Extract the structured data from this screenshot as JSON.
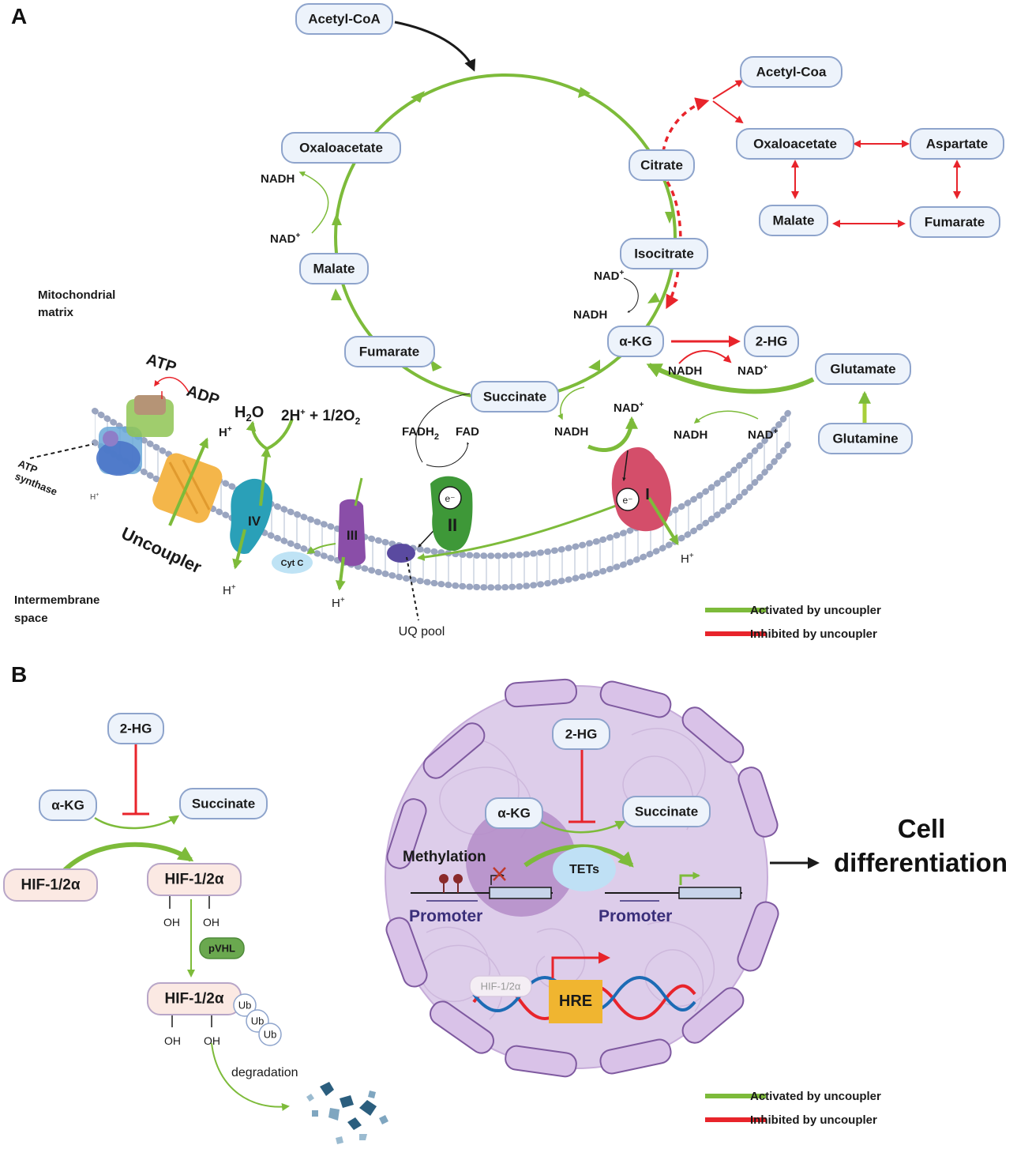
{
  "panels": {
    "a": "A",
    "b": "B"
  },
  "tca": {
    "acetyl_coa": "Acetyl-CoA",
    "oxaloacetate": "Oxaloacetate",
    "citrate": "Citrate",
    "isocitrate": "Isocitrate",
    "akg": "α-KG",
    "succinate": "Succinate",
    "fumarate": "Fumarate",
    "malate": "Malate",
    "nadh": "NADH",
    "nad": "NAD",
    "plus": "+",
    "fadh2": "FADH",
    "fadh2_sub": "2",
    "fad": "FAD"
  },
  "side_pathway": {
    "acetyl_coa": "Acetyl-Coa",
    "oxaloacetate": "Oxaloacetate",
    "aspartate": "Aspartate",
    "malate": "Malate",
    "fumarate": "Fumarate",
    "two_hg": "2-HG",
    "glutamate": "Glutamate",
    "glutamine": "Glutamine"
  },
  "membrane": {
    "mito_matrix_1": "Mitochondrial",
    "mito_matrix_2": "matrix",
    "intermembrane_1": "Intermembrane",
    "intermembrane_2": "space",
    "atp": "ATP",
    "adp": "ADP",
    "atp_synthase_1": "ATP",
    "atp_synthase_2": "synthase",
    "h2o": "H",
    "h2o_sub": "2",
    "h2o_o": "O",
    "oxygen_a": "2H",
    "oxygen_b": " + 1/2O",
    "oxygen_sub": "2",
    "uncoupler": "Uncoupler",
    "h": "H",
    "complex_iv": "IV",
    "complex_iii": "III",
    "complex_ii": "II",
    "complex_i": "I",
    "cyt_c": "Cyt C",
    "electron": "e⁻",
    "uq_pool": "UQ pool"
  },
  "legend_a": {
    "activated": "Activated by uncoupler",
    "inhibited": "Inhibited by uncoupler",
    "activated_color": "#7dbb3a",
    "inhibited_color": "#e8242b"
  },
  "panel_b": {
    "two_hg": "2-HG",
    "akg": "α-KG",
    "succinate": "Succinate",
    "hif": "HIF-1/2α",
    "oh": "OH",
    "pvhl": "pVHL",
    "ub": "Ub",
    "degradation": "degradation",
    "nucleus_two_hg": "2-HG",
    "nucleus_akg": "α-KG",
    "nucleus_succinate": "Succinate",
    "methylation": "Methylation",
    "tets": "TETs",
    "promoter": "Promoter",
    "hif_faded": "HIF-1/2α",
    "hre": "HRE",
    "cell_diff_1": "Cell",
    "cell_diff_2": "differentiation"
  },
  "legend_b": {
    "activated": "Activated by uncoupler",
    "inhibited": "Inhibited by uncoupler"
  },
  "colors": {
    "activated_green": "#7dbb3a",
    "inhibited_red": "#e8242b",
    "node_fill": "#edf3fb",
    "node_stroke": "#8ea4cc",
    "hif_fill": "#fbe9e3",
    "nucleus": "#dccbe6",
    "hre": "#f0b530"
  }
}
